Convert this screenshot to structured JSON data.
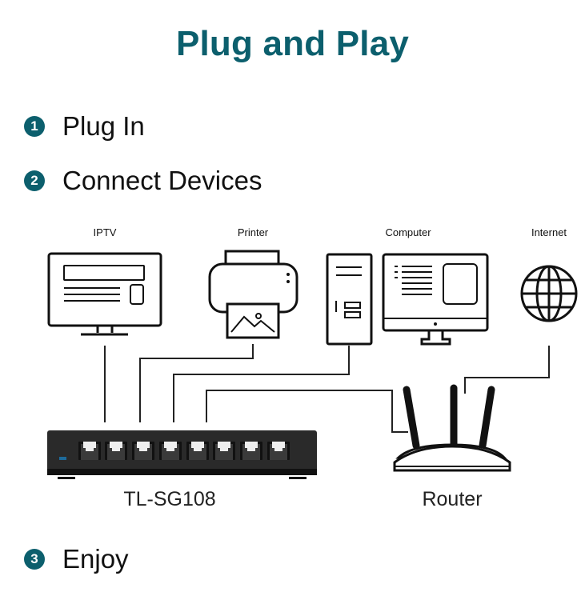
{
  "title": "Plug and Play",
  "steps": [
    {
      "number": "1",
      "label": "Plug In"
    },
    {
      "number": "2",
      "label": "Connect Devices"
    },
    {
      "number": "3",
      "label": "Enjoy"
    }
  ],
  "devices": {
    "iptv": "IPTV",
    "printer": "Printer",
    "computer": "Computer",
    "internet": "Internet"
  },
  "switch_label": "TL-SG108",
  "router_label": "Router",
  "colors": {
    "accent": "#0c5f6d",
    "switch_body": "#2a2a2a",
    "switch_led": "#1e6a9a"
  }
}
